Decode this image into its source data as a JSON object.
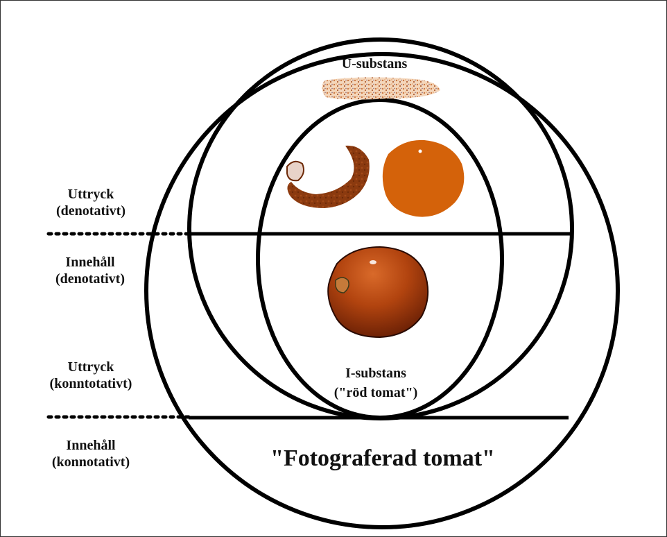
{
  "left_labels": {
    "expression_denotative": {
      "line1": "Uttryck",
      "line2": "(denotativt)"
    },
    "content_denotative": {
      "line1": "Innehåll",
      "line2": "(denotativt)"
    },
    "expression_connotative": {
      "line1": "Uttryck",
      "line2": "(konntotativt)"
    },
    "content_connotative": {
      "line1": "Innehåll",
      "line2": "(konnotativt)"
    }
  },
  "u_substance": {
    "label": "U-substans"
  },
  "i_substance": {
    "label": "I-substans",
    "sublabel": "(\"röd tomat\")"
  },
  "photographed_tomato": {
    "label": "\"Fotograferad tomat\""
  },
  "colors": {
    "line": "#000000",
    "orange_blob": "#d4620a",
    "brown_paint": "#8b3a0f",
    "tomato_dark": "#7a2a08",
    "tomato_mid": "#b2440f",
    "texture": "#c56a2e"
  }
}
